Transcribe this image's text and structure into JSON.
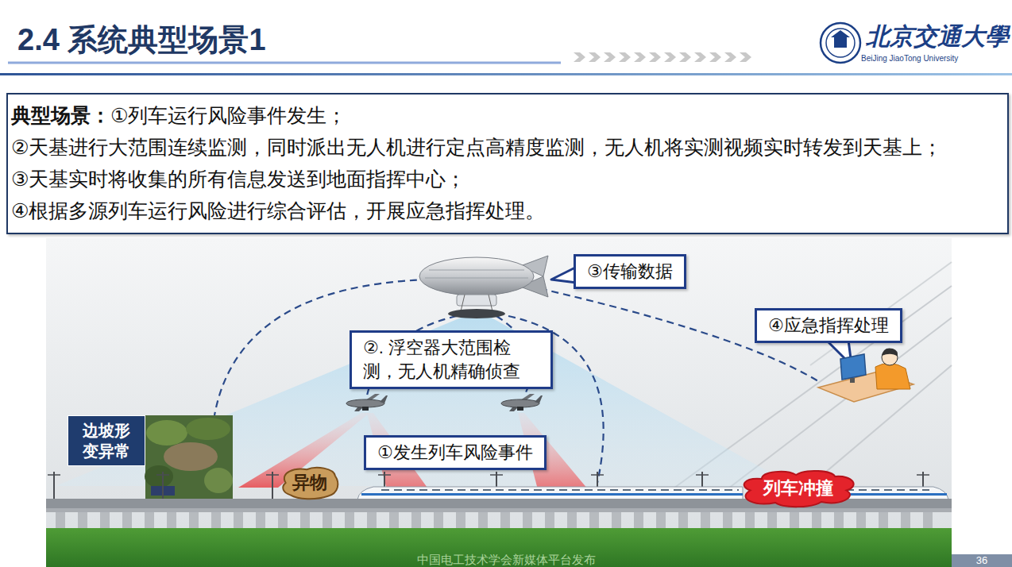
{
  "diagram": {
    "title": "2.4 系统典型场景1",
    "nodes": [
      {
        "text": [
          "典型场景：",
          "①列车运行风险事件发生；",
          "②天基进行大范围连续监测，同时派出无人机进行定点高精度监测，无人机将实测视频实时转发到天基上；",
          "③天基实时将收集的所有信息发送到地面指挥中心；",
          "④根据多源列车运行风险进行综合评估，开展应急指挥处理。"
        ]
      },
      {
        "text": [
          "③传输数据"
        ]
      },
      {
        "text": [
          "④应急指挥处理"
        ]
      },
      {
        "text": [
          "②. 浮空器大范围检 测，无人机精确侦查"
        ]
      },
      {
        "text": [
          "边坡形 变异常"
        ]
      },
      {
        "text": [
          "①发生列车风险事件"
        ]
      },
      {
        "text": [
          "异物"
        ]
      },
      {
        "text": [
          "列车冲撞"
        ]
      }
    ],
    "labels": [
      "北京交通大學",
      "BeiJing JiaoTong University",
      "中国电工技术学会新媒体平台发布",
      "36"
    ]
  }
}
